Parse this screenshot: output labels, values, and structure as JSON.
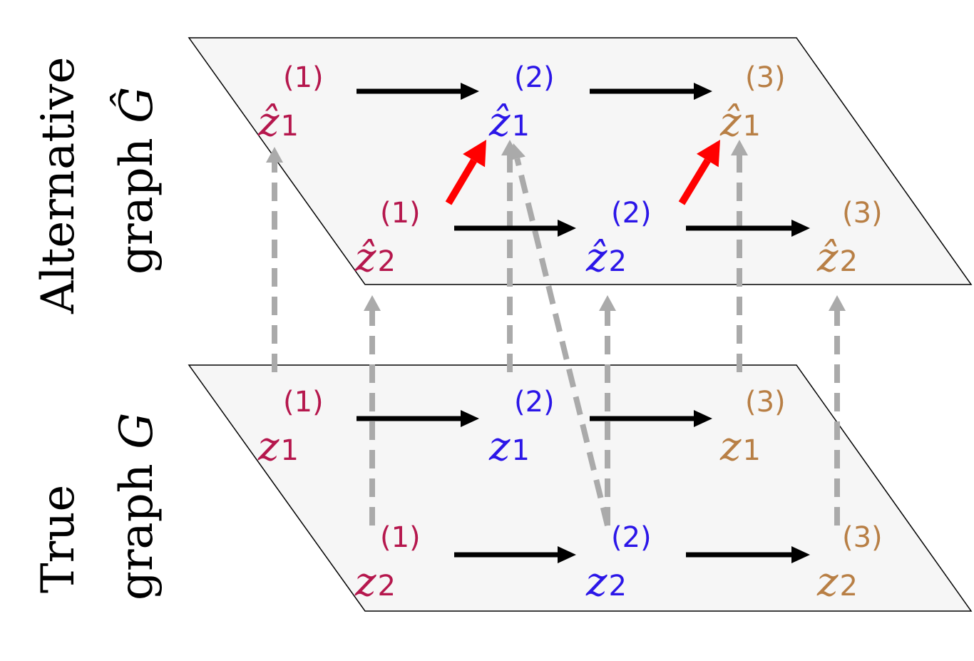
{
  "labels": {
    "top_line1": "Alternative",
    "top_line2": "graph",
    "top_symbol": "Ĝ",
    "bottom_line1": "True",
    "bottom_line2": "graph",
    "bottom_symbol": "G"
  },
  "colors": {
    "t1": "#b5174d",
    "t2": "#2b16e8",
    "t3": "#b87f45",
    "causal_edge": "#000000",
    "alt_edge": "#ff0000",
    "mapping_edge": "#aaaaaa",
    "plane_fill": "#f6f6f6"
  },
  "nodes": {
    "alt": [
      {
        "id": "zh11",
        "var": "ẑ",
        "sub": "1",
        "sup": "(1)",
        "time": "t1"
      },
      {
        "id": "zh12",
        "var": "ẑ",
        "sub": "1",
        "sup": "(2)",
        "time": "t2"
      },
      {
        "id": "zh13",
        "var": "ẑ",
        "sub": "1",
        "sup": "(3)",
        "time": "t3"
      },
      {
        "id": "zh21",
        "var": "ẑ",
        "sub": "2",
        "sup": "(1)",
        "time": "t1"
      },
      {
        "id": "zh22",
        "var": "ẑ",
        "sub": "2",
        "sup": "(2)",
        "time": "t2"
      },
      {
        "id": "zh23",
        "var": "ẑ",
        "sub": "2",
        "sup": "(3)",
        "time": "t3"
      }
    ],
    "true": [
      {
        "id": "z11",
        "var": "z",
        "sub": "1",
        "sup": "(1)",
        "time": "t1"
      },
      {
        "id": "z12",
        "var": "z",
        "sub": "1",
        "sup": "(2)",
        "time": "t2"
      },
      {
        "id": "z13",
        "var": "z",
        "sub": "1",
        "sup": "(3)",
        "time": "t3"
      },
      {
        "id": "z21",
        "var": "z",
        "sub": "2",
        "sup": "(1)",
        "time": "t1"
      },
      {
        "id": "z22",
        "var": "z",
        "sub": "2",
        "sup": "(2)",
        "time": "t2"
      },
      {
        "id": "z23",
        "var": "z",
        "sub": "2",
        "sup": "(3)",
        "time": "t3"
      }
    ]
  },
  "edges": {
    "causal": [
      [
        "zh11",
        "zh12"
      ],
      [
        "zh12",
        "zh13"
      ],
      [
        "zh21",
        "zh22"
      ],
      [
        "zh22",
        "zh23"
      ],
      [
        "z11",
        "z12"
      ],
      [
        "z12",
        "z13"
      ],
      [
        "z21",
        "z22"
      ],
      [
        "z22",
        "z23"
      ]
    ],
    "alternative": [
      [
        "zh21",
        "zh12"
      ],
      [
        "zh22",
        "zh13"
      ]
    ],
    "mapping": [
      [
        "z11",
        "zh11"
      ],
      [
        "z21",
        "zh21"
      ],
      [
        "z12",
        "zh12"
      ],
      [
        "z22",
        "zh12"
      ],
      [
        "z22",
        "zh22"
      ],
      [
        "z13",
        "zh13"
      ],
      [
        "z23",
        "zh23"
      ]
    ]
  }
}
